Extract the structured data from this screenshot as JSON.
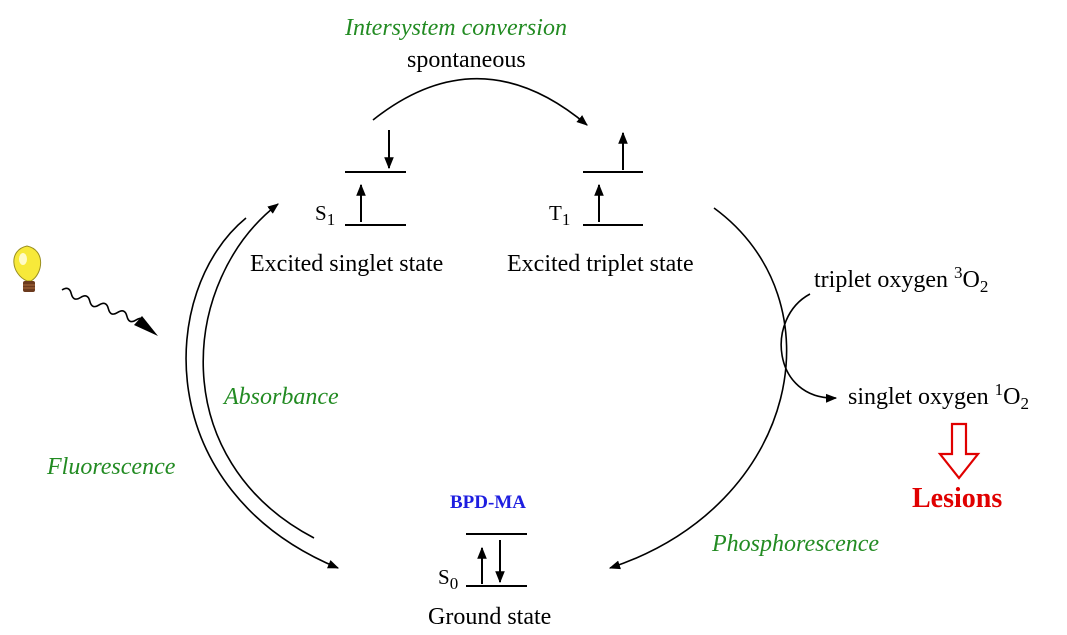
{
  "process_labels": {
    "intersystem": "Intersystem conversion",
    "spontaneous": "spontaneous",
    "absorbance": "Absorbance",
    "fluorescence": "Fluorescence",
    "phosphorescence": "Phosphorescence"
  },
  "states": {
    "s1_symbol": "S",
    "s1_index": "1",
    "t1_symbol": "T",
    "t1_index": "1",
    "s0_symbol": "S",
    "s0_index": "0",
    "excited_singlet": "Excited singlet state",
    "excited_triplet": "Excited triplet state",
    "ground": "Ground state",
    "compound": "BPD-MA"
  },
  "oxygen": {
    "triplet_prefix": "triplet oxygen ",
    "triplet_sup": "3",
    "triplet_o": "O",
    "triplet_sub": "2",
    "singlet_prefix": "singlet oxygen ",
    "singlet_sup": "1",
    "singlet_o": "O",
    "singlet_sub": "2"
  },
  "outcome": "Lesions",
  "colors": {
    "process_label": "#228B22",
    "compound": "#1E1EE0",
    "outcome": "#E00000",
    "bulb": "#F7E93A"
  },
  "icons": [
    "light-bulb-icon",
    "wavy-light-arrow-icon",
    "hollow-down-arrow-icon"
  ]
}
